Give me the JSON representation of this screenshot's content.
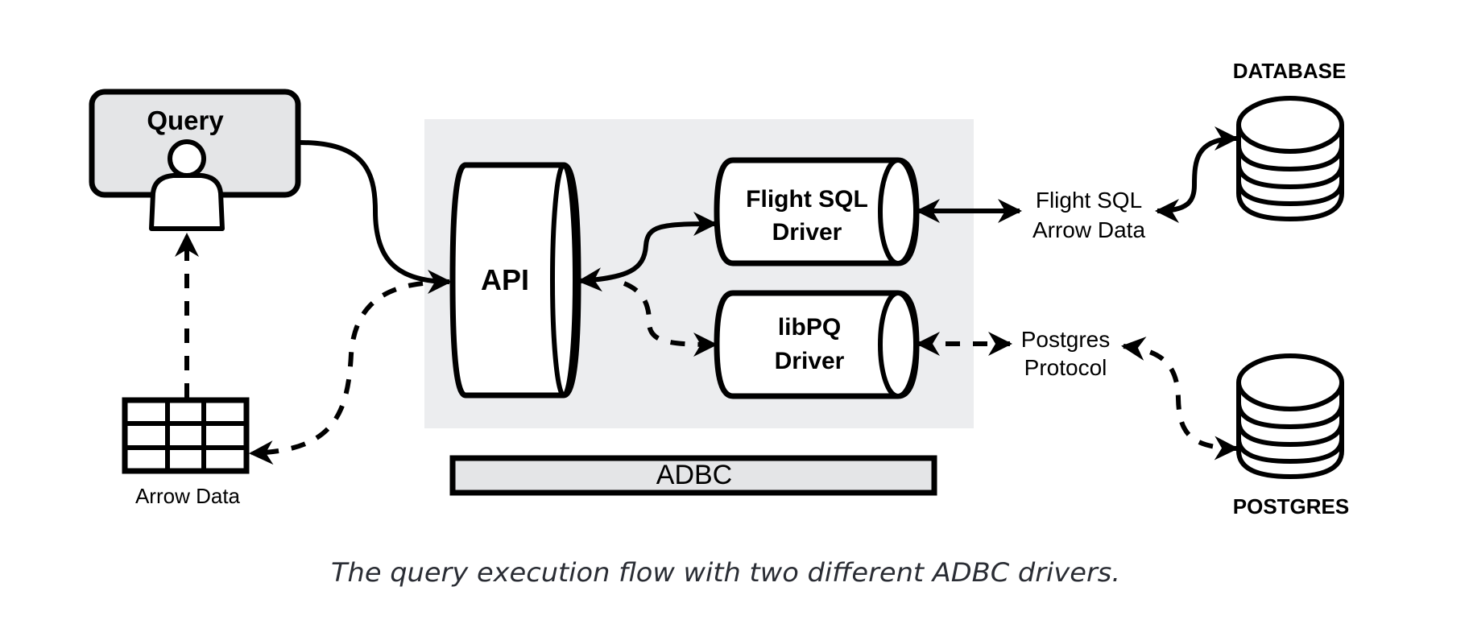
{
  "diagram": {
    "caption": "The query execution flow with two different ADBC drivers.",
    "colors": {
      "adbc_region_fill": "#ecedef",
      "adbc_bar_fill": "#e4e5e7",
      "query_box_fill": "#e4e5e7",
      "stroke": "#000000",
      "caption_text": "#2a2d34"
    },
    "nodes": {
      "query": {
        "label": "Query",
        "icon": "user-icon"
      },
      "arrow_data_table": {
        "label": "Arrow Data",
        "icon": "table-grid-icon"
      },
      "api": {
        "label": "API",
        "icon": "cylinder-shape"
      },
      "flight_sql_driver": {
        "line1": "Flight SQL",
        "line2": "Driver",
        "icon": "cylinder-shape"
      },
      "libpq_driver": {
        "line1": "libPQ",
        "line2": "Driver",
        "icon": "cylinder-shape"
      },
      "adbc_bar": {
        "label": "ADBC"
      },
      "database": {
        "label": "DATABASE",
        "icon": "database-icon"
      },
      "postgres": {
        "label": "POSTGRES",
        "icon": "database-icon"
      }
    },
    "edge_labels": {
      "flight_sql": {
        "line1": "Flight SQL",
        "line2": "Arrow Data"
      },
      "postgres_protocol": {
        "line1": "Postgres",
        "line2": "Protocol"
      }
    },
    "edges": [
      {
        "from": "query",
        "to": "api",
        "style": "solid",
        "direction": "forward"
      },
      {
        "from": "api",
        "to": "arrow_data_table",
        "style": "dashed",
        "direction": "forward"
      },
      {
        "from": "arrow_data_table",
        "to": "query",
        "style": "dashed",
        "direction": "forward"
      },
      {
        "from": "api",
        "to": "flight_sql_driver",
        "style": "solid",
        "direction": "both"
      },
      {
        "from": "api",
        "to": "libpq_driver",
        "style": "dashed",
        "direction": "forward"
      },
      {
        "from": "flight_sql_driver",
        "to": "flight_sql_label",
        "style": "solid",
        "direction": "both"
      },
      {
        "from": "flight_sql_label",
        "to": "database",
        "style": "solid",
        "direction": "both"
      },
      {
        "from": "libpq_driver",
        "to": "postgres_protocol_label",
        "style": "dashed",
        "direction": "both"
      },
      {
        "from": "postgres_protocol_label",
        "to": "postgres",
        "style": "dashed",
        "direction": "both"
      }
    ]
  }
}
